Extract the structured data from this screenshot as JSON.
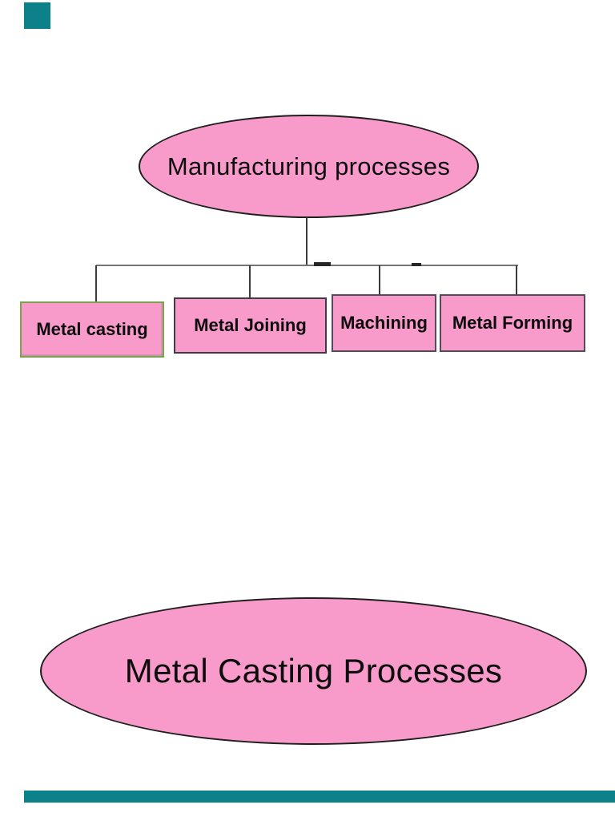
{
  "page": {
    "background_color": "#ffffff",
    "decor": {
      "teal_color": "#0c8189",
      "top_left_square": "viewer-corner-mark",
      "bottom_bar": "viewer-bottom-bar"
    }
  },
  "diagram": {
    "node_fill_color": "#f89bca",
    "node_stroke_color": "#1f1f1f",
    "connector_color": "#3a3a3a",
    "root": {
      "label": "Manufacturing processes"
    },
    "children": [
      {
        "label": "Metal casting",
        "border_color": "#7da24c"
      },
      {
        "label": "Metal Joining",
        "border_color": "#3e3a48"
      },
      {
        "label": "Machining",
        "border_color": "#514c5c"
      },
      {
        "label": "Metal Forming",
        "border_color": "#514c5c"
      }
    ],
    "title_ellipse": {
      "label": "Metal Casting Processes"
    }
  }
}
